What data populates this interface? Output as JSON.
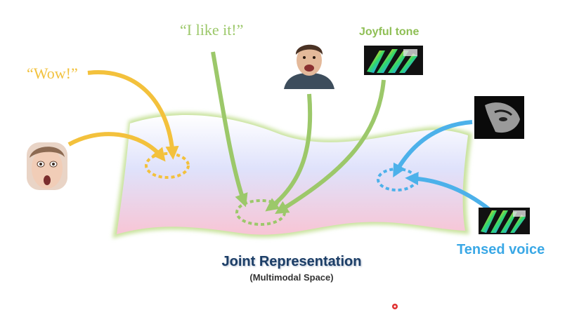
{
  "labels": {
    "wow": "“Wow!”",
    "like": "“I like it!”",
    "joyful_tone": "Joyful tone",
    "tensed_voice": "Tensed voice",
    "joint_title": "Joint Representation",
    "joint_subtitle": "(Multimodal Space)"
  },
  "icons": {
    "surprised_woman": "surprised-woman-face-icon",
    "excited_man": "excited-man-face-icon",
    "tense_face": "tense-face-photo-icon",
    "joyful_spectrogram": "spectrogram-icon",
    "tensed_spectrogram": "spectrogram-icon"
  },
  "colors": {
    "yellow": "#f3c13c",
    "green": "#9cc86a",
    "blue": "#4cb1ea",
    "surface_top": "#f4f4ff",
    "surface_bottom": "#f9c9d6"
  }
}
